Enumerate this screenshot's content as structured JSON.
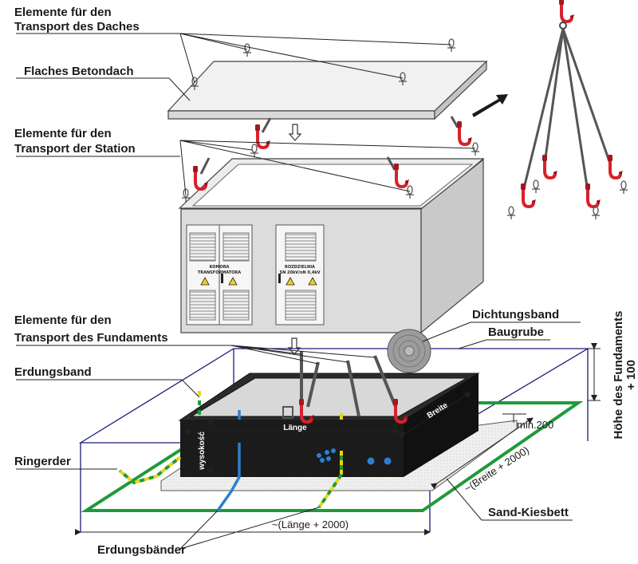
{
  "labels": {
    "roof_transport_1": "Elemente für den",
    "roof_transport_2": "Transport des Daches",
    "flat_roof": "Flaches Betondach",
    "station_transport_1": "Elemente für den",
    "station_transport_2": "Transport der Station",
    "foundation_transport_1": "Elemente für den",
    "foundation_transport_2": "Transport des Fundaments",
    "earthing_strip": "Erdungsband",
    "ring_earth": "Ringerder",
    "earthing_strips": "Erdungsbänder",
    "sealing_tape": "Dichtungsband",
    "excavation": "Baugrube",
    "foundation_height_1": "Höhe des Fundaments",
    "foundation_height_2": "+ 100",
    "min_200": "min.200",
    "sand_gravel_bed": "Sand-Kiesbett",
    "width_dim": "~(Breite + 2000)",
    "length_dim": "~(Länge + 2000)",
    "length": "Länge",
    "width": "Breite",
    "height": "wysokość",
    "door_left_1": "KOMORA",
    "door_left_2": "TRANSFORMATORA",
    "door_right_1": "ROZDZIELNIA",
    "door_right_2": "SN 20kV/nN 0,4kV"
  },
  "colors": {
    "hook_red": "#d8212a",
    "earthing_green": "#1f9a3a",
    "earthing_yellow": "#e8d51a",
    "ring_earth_blue": "#2c7fd0",
    "excavation_outline": "#1a1a7a",
    "foundation_black": "#1b1b1b",
    "station_grey": "#dcdcdc"
  },
  "icons": [
    "lifting-hook-icon",
    "warning-sign-icon",
    "arrow-icon"
  ]
}
